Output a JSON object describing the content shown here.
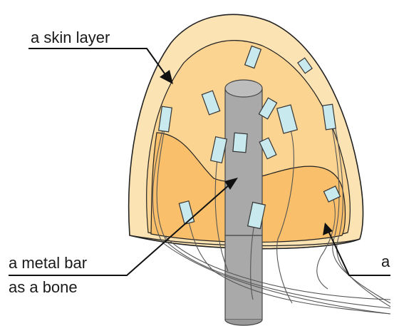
{
  "labels": {
    "skin_layer": "a skin layer",
    "metal_bar_line1": "a metal bar",
    "metal_bar_line2": "as a bone",
    "right_label_visible": "a"
  },
  "colors": {
    "outer_skin_fill": "#fbe3b4",
    "inner_flesh_fill": "#fcd491",
    "lower_tissue_fill": "#f9bf6a",
    "bone_fill": "#a9a9a9",
    "sensor_fill": "#c8e9ee",
    "outline": "#222222"
  }
}
